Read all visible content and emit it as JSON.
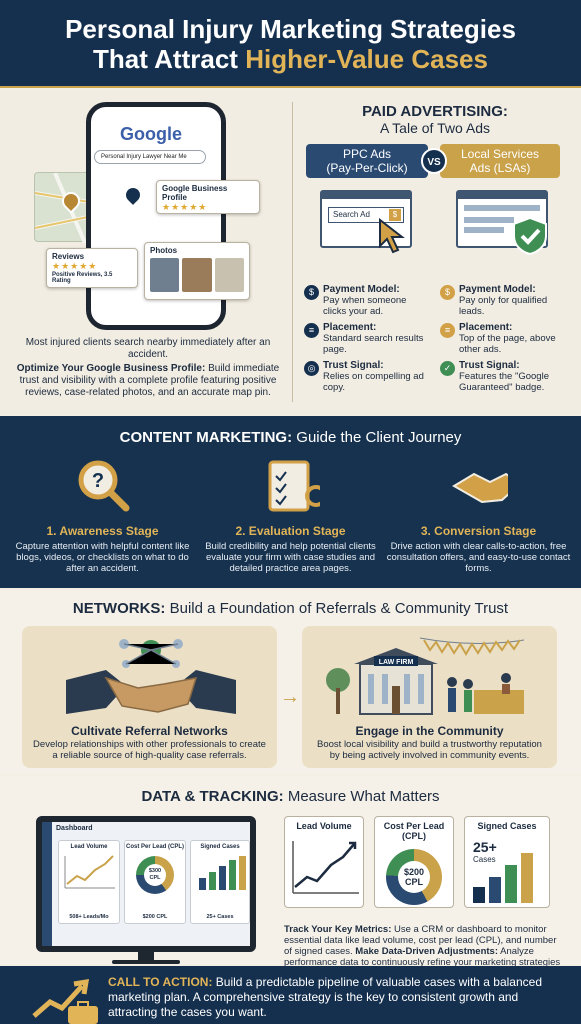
{
  "header": {
    "line1": "Personal Injury Marketing Strategies",
    "line2_prefix": "That Attract",
    "line2_highlight": "Higher-Value Cases"
  },
  "gbp": {
    "google_logo": "Google",
    "search_query": "Personal Injury Lawyer Near Me",
    "profile_card_title": "Google Business Profile",
    "reviews_title": "Reviews",
    "reviews_text": "Positive Reviews, 3.5 Rating",
    "photos_title": "Photos",
    "caption_1": "Most injured clients search nearby immediately after an accident.",
    "caption_2_bold": "Optimize Your Google Business Profile:",
    "caption_2_rest": "Build immediate trust and visibility with a complete profile featuring positive reviews, case-related photos, and an accurate map pin."
  },
  "paid": {
    "heading": "PAID ADVERTISING:",
    "subheading": "A Tale of Two Ads",
    "left_label": "PPC Ads\n(Pay-Per-Click)",
    "vs": "VS",
    "right_label": "Local Services\nAds (LSAs)",
    "search_ad": "Search Ad",
    "ppc": [
      {
        "title": "Payment Model:",
        "text": "Pay when someone clicks your ad.",
        "icon": "$"
      },
      {
        "title": "Placement:",
        "text": "Standard search results page.",
        "icon": "≡"
      },
      {
        "title": "Trust Signal:",
        "text": "Relies on compelling ad copy.",
        "icon": "◎"
      }
    ],
    "lsa": [
      {
        "title": "Payment Model:",
        "text": "Pay only for qualified leads.",
        "icon": "$"
      },
      {
        "title": "Placement:",
        "text": "Top of the page, above other ads.",
        "icon": "≡"
      },
      {
        "title": "Trust Signal:",
        "text": "Features the \"Google Guaranteed\" badge.",
        "icon": "✓"
      }
    ]
  },
  "content": {
    "heading_bold": "CONTENT MARKETING:",
    "heading_rest": "Guide the Client Journey",
    "stages": [
      {
        "title": "1. Awareness Stage",
        "text": "Capture attention with helpful content like blogs, videos, or checklists on what to do after an accident."
      },
      {
        "title": "2. Evaluation Stage",
        "text": "Build credibility and help potential clients evaluate your firm with case studies and detailed practice area pages."
      },
      {
        "title": "3. Conversion Stage",
        "text": "Drive action with clear calls-to-action, free consultation offers, and easy-to-use contact forms."
      }
    ]
  },
  "networks": {
    "heading_bold": "NETWORKS:",
    "heading_rest": "Build a Foundation of Referrals & Community Trust",
    "left_title": "Cultivate Referral Networks",
    "left_text": "Develop relationships with other professionals to create a reliable source of high-quality case referrals.",
    "right_title": "Engage in the Community",
    "right_text": "Boost local visibility and build a trustworthy reputation by being actively involved in community events.",
    "sign": "LAW FIRM"
  },
  "data": {
    "heading_bold": "DATA & TRACKING:",
    "heading_rest": "Measure What Matters",
    "dashboard_label": "Dashboard",
    "mini": [
      {
        "title": "Lead Volume",
        "value": "508+ Leads/Mo"
      },
      {
        "title": "Cost Per Lead (CPL)",
        "value": "$200 CPL",
        "center": "$300\nCPL"
      },
      {
        "title": "Signed Cases",
        "value": "25+ Cases"
      }
    ],
    "cards": [
      {
        "title": "Lead Volume"
      },
      {
        "title": "Cost Per Lead (CPL)",
        "center": "$200\nCPL"
      },
      {
        "title": "Signed Cases",
        "big": "25+",
        "small": "Cases"
      }
    ],
    "text_1_bold": "Track Your Key Metrics:",
    "text_1_rest": "Use a CRM or dashboard to monitor essential data like lead volume, cost per lead (CPL), and number of signed cases.",
    "text_2_bold": "Make Data-Driven Adjustments:",
    "text_2_rest": "Analyze performance data to continuously refine your marketing strategies and maximize return on investment."
  },
  "cta": {
    "label": "CALL TO ACTION:",
    "text": "Build a predictable pipeline of valuable cases with a balanced marketing plan. A comprehensive strategy is the key to consistent growth and attracting the cases you want."
  },
  "colors": {
    "navy": "#15304f",
    "gold": "#e1b457",
    "cream": "#f2ede2",
    "green": "#3f8f55"
  }
}
